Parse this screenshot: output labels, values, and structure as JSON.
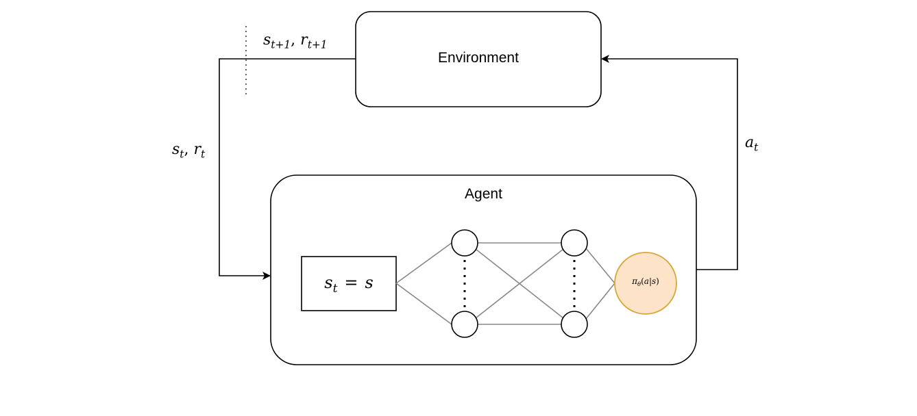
{
  "environment": {
    "label": "Environment"
  },
  "agent": {
    "label": "Agent"
  },
  "signals": {
    "next_state": {
      "s": "s",
      "sub1": "t+1",
      "sep": ", ",
      "r": "r",
      "sub2": "t+1"
    },
    "current_state": {
      "s": "s",
      "sub1": "t",
      "sep": ", ",
      "r": "r",
      "sub2": "t"
    },
    "action": {
      "a": "a",
      "sub": "t"
    }
  },
  "state_box": {
    "s": "s",
    "sub": "t",
    "eq": "=",
    "rhs": "s"
  },
  "policy": {
    "pi": "π",
    "sub": "θ",
    "open": "(",
    "a": "a",
    "bar": "|",
    "s": "s",
    "close": ")"
  },
  "colors": {
    "policy_fill": "#fde3c8",
    "policy_stroke": "#d6a838",
    "network_edges": "#888888"
  }
}
